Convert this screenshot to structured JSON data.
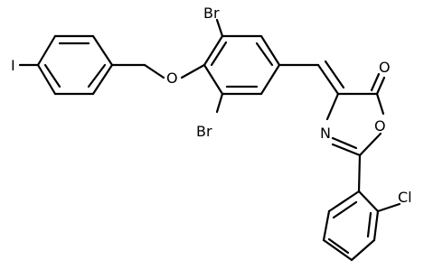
{
  "molecule": {
    "atoms": {
      "iodine": "I",
      "oxygen_ether": "O",
      "bromine_top": "Br",
      "bromine_bottom": "Br",
      "oxygen_carbonyl": "O",
      "nitrogen": "N",
      "oxygen_ring": "O",
      "chlorine": "Cl"
    }
  }
}
